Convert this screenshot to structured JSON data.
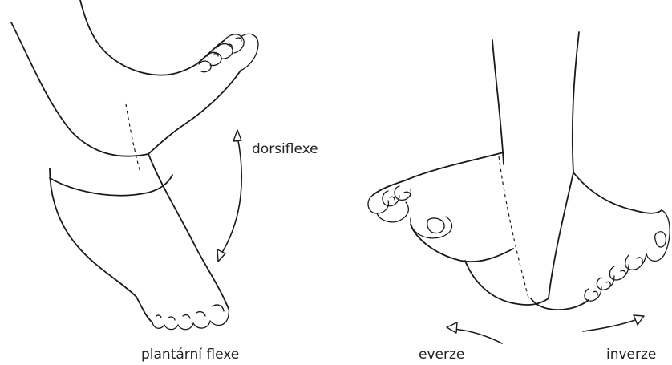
{
  "labels": {
    "dorsiflexion": "dorsiflexe",
    "plantarflexion": "plantární flexe",
    "eversion": "everze",
    "inversion": "inverze"
  },
  "colors": {
    "line": "#1a1a1a",
    "text": "#222222",
    "background": "#ffffff"
  }
}
